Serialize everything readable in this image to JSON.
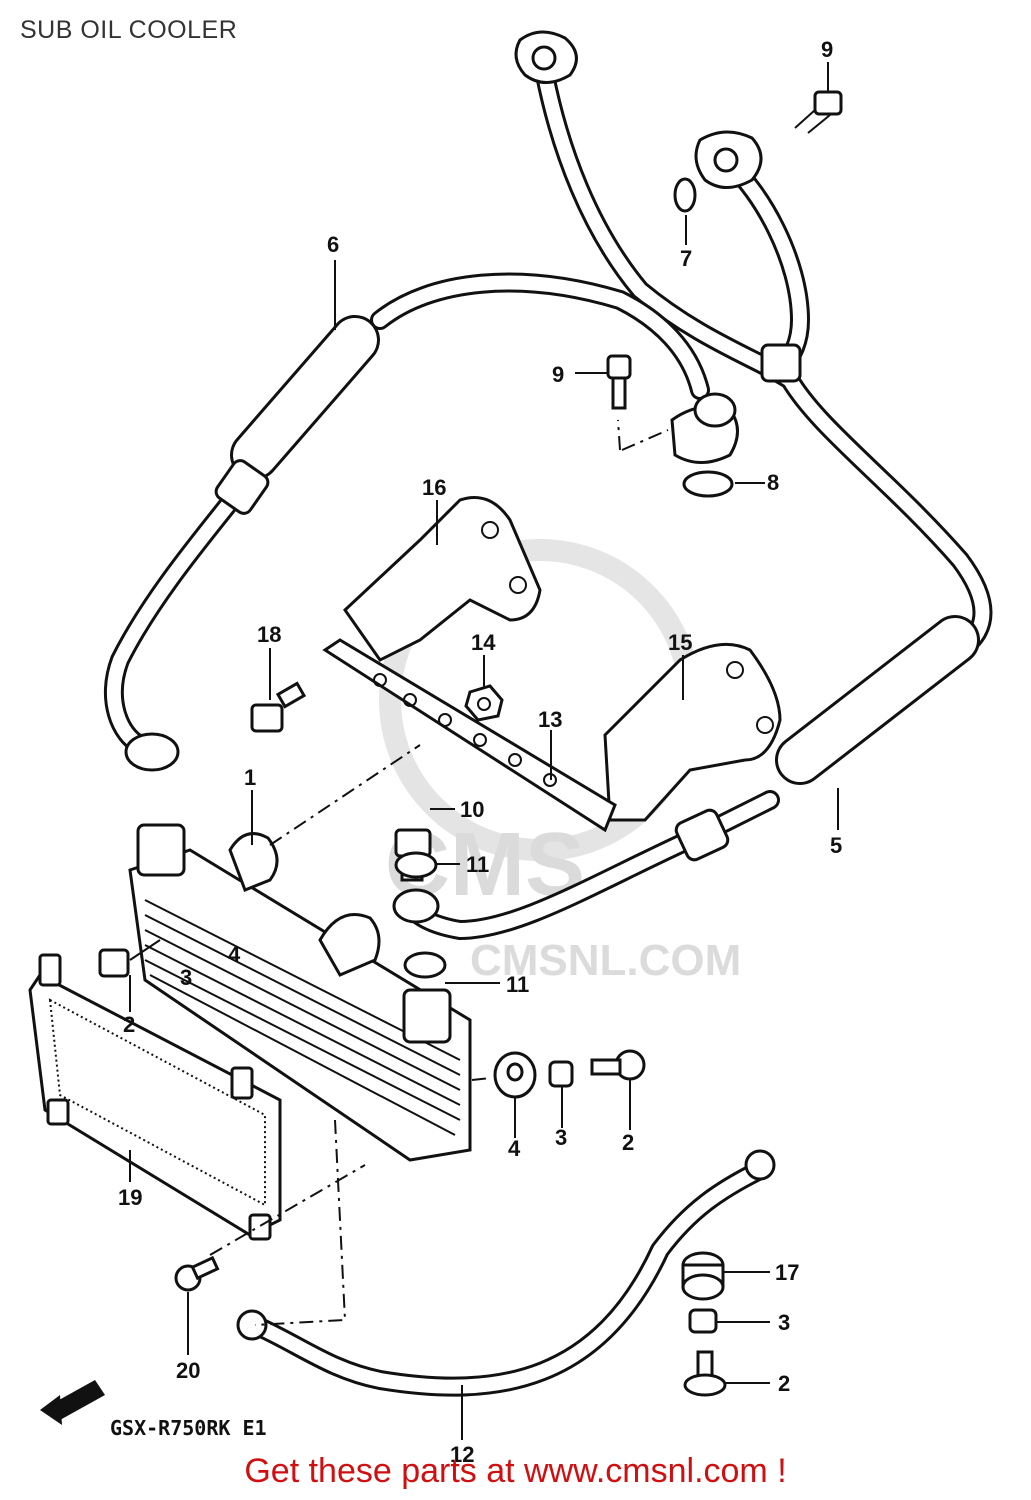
{
  "title": "SUB OIL COOLER",
  "model_code": "GSX-R750RK E1",
  "footer_text": "Get these parts at www.cmsnl.com !",
  "watermark": "CMSNL.COM",
  "colors": {
    "footer": "#d01010",
    "title": "#333333",
    "line": "#111111",
    "watermark": "#d8d8d8"
  },
  "callouts": [
    {
      "id": "1",
      "text": "1"
    },
    {
      "id": "2a",
      "text": "2"
    },
    {
      "id": "2b",
      "text": "2"
    },
    {
      "id": "2c",
      "text": "2"
    },
    {
      "id": "3a",
      "text": "3"
    },
    {
      "id": "3b",
      "text": "3"
    },
    {
      "id": "3c",
      "text": "3"
    },
    {
      "id": "4a",
      "text": "4"
    },
    {
      "id": "4b",
      "text": "4"
    },
    {
      "id": "5",
      "text": "5"
    },
    {
      "id": "6",
      "text": "6"
    },
    {
      "id": "7",
      "text": "7"
    },
    {
      "id": "8",
      "text": "8"
    },
    {
      "id": "9a",
      "text": "9"
    },
    {
      "id": "9b",
      "text": "9"
    },
    {
      "id": "10",
      "text": "10"
    },
    {
      "id": "11a",
      "text": "11"
    },
    {
      "id": "11b",
      "text": "11"
    },
    {
      "id": "12",
      "text": "12"
    },
    {
      "id": "13",
      "text": "13"
    },
    {
      "id": "14",
      "text": "14"
    },
    {
      "id": "15",
      "text": "15"
    },
    {
      "id": "16",
      "text": "16"
    },
    {
      "id": "17",
      "text": "17"
    },
    {
      "id": "18",
      "text": "18"
    },
    {
      "id": "19",
      "text": "19"
    },
    {
      "id": "20",
      "text": "20"
    }
  ]
}
